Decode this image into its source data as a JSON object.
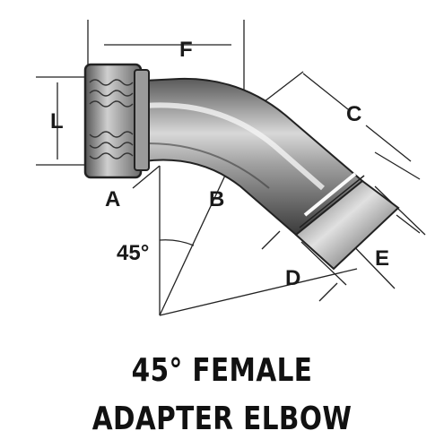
{
  "title": {
    "line1": "45° FEMALE",
    "line2": "ADAPTER ELBOW"
  },
  "dimensions": {
    "A": "A",
    "B": "B",
    "C": "C",
    "D": "D",
    "E": "E",
    "F": "F",
    "L": "L",
    "angle": "45°"
  },
  "colors": {
    "pipe_dark": "#4a4a4a",
    "pipe_light": "#e9e9e9",
    "dimension_line": "#222222"
  }
}
